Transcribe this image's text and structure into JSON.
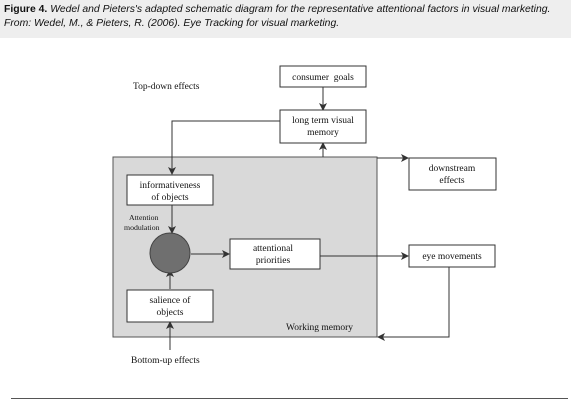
{
  "caption": {
    "figure_label": "Figure 4.",
    "line1_text": "Wedel and Pieters's adapted schematic diagram for the representative attentional factors in visual marketing.",
    "line2_text": "From: Wedel, M., & Pieters, R. (2006). Eye Tracking for visual marketing."
  },
  "diagram": {
    "top_down_label": "Top-down effects",
    "bottom_up_label": "Bottom-up effects",
    "working_memory_label": "Working memory",
    "attention_modulation_line1": "Attention",
    "attention_modulation_line2": "modulation",
    "boxes": {
      "consumer_goals": [
        "consumer  goals"
      ],
      "long_term_memory": [
        "long term visual",
        "memory"
      ],
      "downstream_effects": [
        "downstream",
        "effects"
      ],
      "informativeness": [
        "informativeness",
        "of objects"
      ],
      "attentional_priorities": [
        "attentional",
        "priorities"
      ],
      "eye_movements": [
        "eye movements"
      ],
      "salience": [
        "salience of",
        "objects"
      ]
    },
    "colors": {
      "working_memory_fill": "#d9d9d9",
      "modulation_node_fill": "#6f6f6f",
      "box_fill": "#ffffff",
      "line": "#333333",
      "caption_band": "#eeeeee"
    }
  }
}
